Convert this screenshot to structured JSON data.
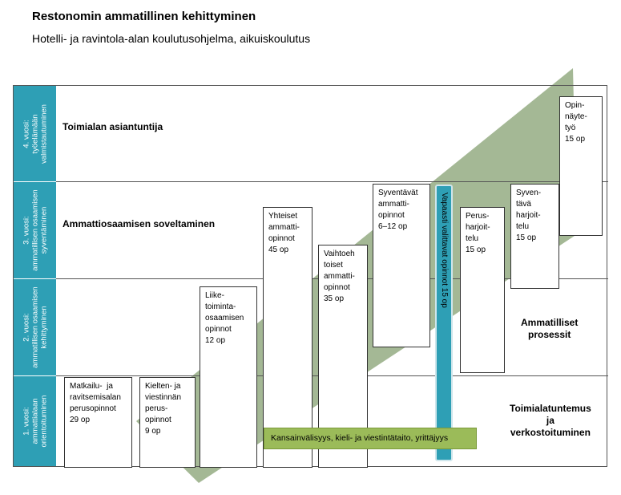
{
  "header": {
    "title": "Restonomin ammatillinen kehittyminen",
    "subtitle": "Hotelli- ja ravintola-alan koulutusohjelma,  aikuiskoulutus"
  },
  "colors": {
    "year_band": "#2e9fb5",
    "bg_shape": "#9fb48f",
    "green_bar": "#9bbb59"
  },
  "years": [
    {
      "label": "4. vuosi:\ntyöelämään\nvalmistautuminen"
    },
    {
      "label": "3. vuosi:\nammatillisen osaamisen\nsyventäminen"
    },
    {
      "label": "2. vuosi:\nammatillisen osaamisen\nkehittyminen"
    },
    {
      "label": "1. vuosi:\nammattialaan\norientoituminen"
    }
  ],
  "row_titles": {
    "row4": "Toimialan asiantuntija",
    "row3": "Ammattiosaamisen soveltaminen"
  },
  "right_labels": {
    "ammatilliset": "Ammatilliset\nprosessit",
    "toimiala": "Toimialatuntemus\nja\nverkostoituminen"
  },
  "boxes": {
    "matkailu": "Matkailu-  ja\nravitsemisalan\nperusopinnot\n29 op",
    "kielten": "Kielten- ja\nviestinnän\nperus-\nopinnot\n9 op",
    "liike": "Liike-\ntoiminta-\nosaamisen\nopinnot\n12 op",
    "yhteiset": "Yhteiset\nammatti-\nopinnot\n45 op",
    "vaihtoehtoiset": "Vaihtoeh\ntoiset\nammatti-\nopinnot\n35 op",
    "syventavat": "Syventävät\nammatti-\nopinnot\n6–12 op",
    "perus": "Perus-\nharjoit-\ntelu\n15 op",
    "syventava": "Syven-\ntävä\nharjoit-\ntelu\n15 op",
    "opinnayte": "Opin-\nnäyte-\ntyö\n15 op"
  },
  "vapaasti": "Vapaasti valittavat opinnot 15 op",
  "green_bar": "Kansainvälisyys, kieli- ja viestintätaito, yrittäjyys"
}
